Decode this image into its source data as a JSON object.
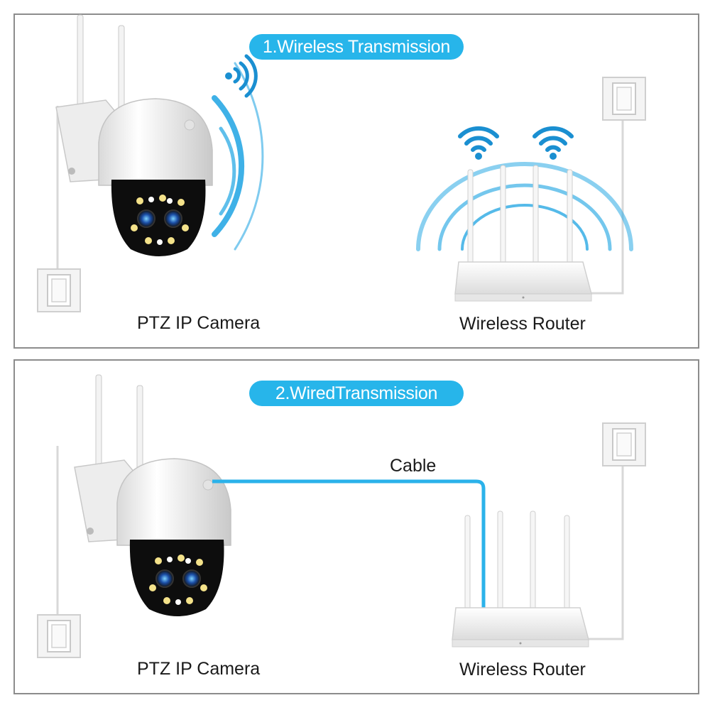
{
  "panels": [
    {
      "title": "1.Wireless Transmission",
      "camera_label": "PTZ IP Camera",
      "router_label": "Wireless Router"
    },
    {
      "title": "2.WiredTransmission",
      "camera_label": "PTZ IP Camera",
      "router_label": "Wireless Router",
      "cable_label": "Cable"
    }
  ],
  "colors": {
    "accent": "#27b5ea",
    "border": "#8c8c8c",
    "camera_body": "#f2f2f2",
    "camera_lens_housing": "#0d0d0d"
  }
}
